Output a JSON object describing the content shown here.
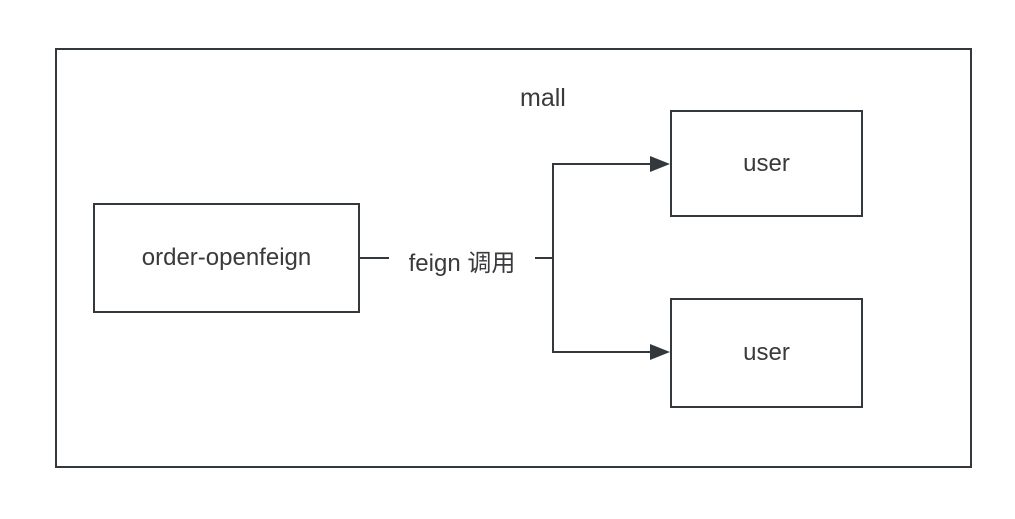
{
  "diagram": {
    "container_label": "mall",
    "nodes": [
      {
        "id": "order-openfeign",
        "label": "order-openfeign"
      },
      {
        "id": "user-top",
        "label": "user"
      },
      {
        "id": "user-bottom",
        "label": "user"
      }
    ],
    "edge": {
      "label": "feign 调用",
      "from": "order-openfeign",
      "to": [
        "user-top",
        "user-bottom"
      ]
    },
    "colors": {
      "stroke": "#33383d",
      "text": "#3a3a3c",
      "background": "#ffffff"
    }
  }
}
